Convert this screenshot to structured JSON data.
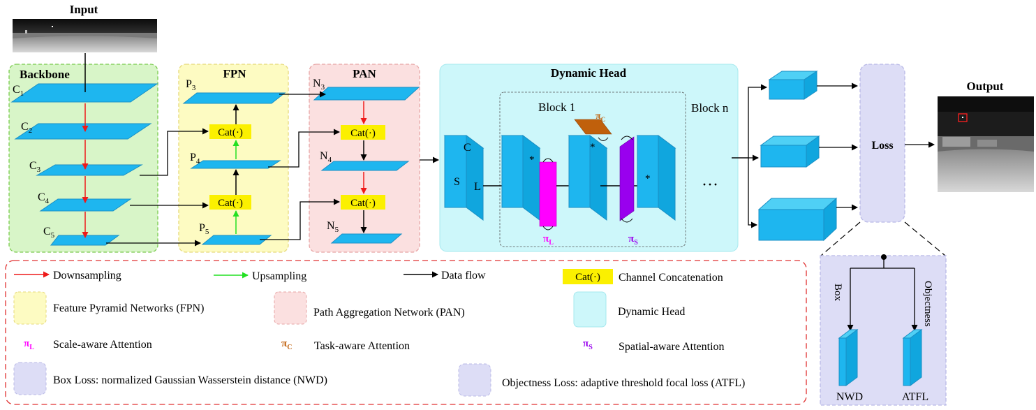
{
  "input": {
    "title": "Input"
  },
  "output": {
    "title": "Output"
  },
  "backbone": {
    "title": "Backbone",
    "levels": [
      {
        "label": "C",
        "sub": "1"
      },
      {
        "label": "C",
        "sub": "2"
      },
      {
        "label": "C",
        "sub": "3"
      },
      {
        "label": "C",
        "sub": "4"
      },
      {
        "label": "C",
        "sub": "5"
      }
    ]
  },
  "fpn": {
    "title": "FPN",
    "levels": [
      {
        "label": "P",
        "sub": "3"
      },
      {
        "label": "P",
        "sub": "4"
      },
      {
        "label": "P",
        "sub": "5"
      }
    ],
    "cat_label": "Cat(·)"
  },
  "pan": {
    "title": "PAN",
    "levels": [
      {
        "label": "N",
        "sub": "3"
      },
      {
        "label": "N",
        "sub": "4"
      },
      {
        "label": "N",
        "sub": "5"
      }
    ],
    "cat_label": "Cat(·)"
  },
  "dynamic_head": {
    "title": "Dynamic Head",
    "block1_label": "Block 1",
    "blockn_label": "Block n",
    "dims": {
      "c": "C",
      "s": "S",
      "l": "L"
    },
    "star": "*",
    "ellipsis": "···",
    "pi_l": {
      "symbol": "π",
      "sub": "L"
    },
    "pi_c": {
      "symbol": "π",
      "sub": "C"
    },
    "pi_s": {
      "symbol": "π",
      "sub": "S"
    }
  },
  "loss": {
    "title": "Loss",
    "branch_box": "Box",
    "branch_objectness": "Objectness",
    "nwd_label": "NWD",
    "atfl_label": "ATFL"
  },
  "legend": {
    "downsampling": "Downsampling",
    "upsampling": "Upsampling",
    "data_flow": "Data flow",
    "cat_symbol": "Cat(·)",
    "channel_concat": "Channel Concatenation",
    "fpn_desc": "Feature Pyramid Networks (FPN)",
    "pan_desc": "Path Aggregation Network (PAN)",
    "dyhead_desc": "Dynamic Head",
    "scale_aware": "Scale-aware Attention",
    "task_aware": "Task-aware Attention",
    "spatial_aware": "Spatial-aware Attention",
    "box_loss": "Box Loss: normalized Gaussian Wasserstein distance (NWD)",
    "obj_loss": "Objectness Loss: adaptive threshold focal loss (ATFL)"
  },
  "colors": {
    "backbone_bg": "#d8f5c8",
    "backbone_border": "#7acb4e",
    "fpn_bg": "#fdfbc2",
    "fpn_border": "#e6d97a",
    "pan_bg": "#fbe0e0",
    "pan_border": "#e7a5a5",
    "dyhead_bg": "#cdf7fa",
    "loss_bg": "#ddddf6",
    "loss_border": "#b9b9e6",
    "feature_cyan": "#1eb6ef",
    "cat_yellow": "#fbf000",
    "arrow_red": "#ee1a1a",
    "arrow_green": "#22e022",
    "pi_l_magenta": "#ff00ff",
    "pi_c_orange": "#c0600c",
    "pi_s_purple": "#9900ee",
    "legend_border": "#e03030",
    "output_box_red": "#ff2020"
  }
}
